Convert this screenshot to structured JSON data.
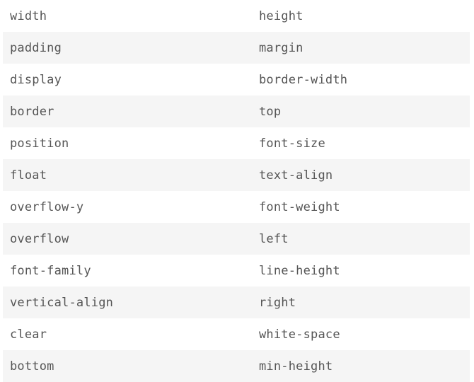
{
  "table": {
    "rows": [
      [
        "width",
        "height"
      ],
      [
        "padding",
        "margin"
      ],
      [
        "display",
        "border-width"
      ],
      [
        "border",
        "top"
      ],
      [
        "position",
        "font-size"
      ],
      [
        "float",
        "text-align"
      ],
      [
        "overflow-y",
        "font-weight"
      ],
      [
        "overflow",
        "left"
      ],
      [
        "font-family",
        "line-height"
      ],
      [
        "vertical-align",
        "right"
      ],
      [
        "clear",
        "white-space"
      ],
      [
        "bottom",
        "min-height"
      ]
    ]
  }
}
